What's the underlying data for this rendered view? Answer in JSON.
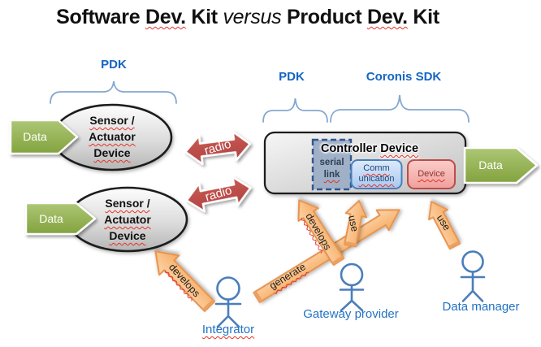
{
  "title": {
    "w1": "Software",
    "w2": "Dev.",
    "w3": "Kit",
    "w4": "versus",
    "w5": "Product",
    "w6": "Dev.",
    "w7": "Kit"
  },
  "braces": {
    "pdk_left": "PDK",
    "pdk_right": "PDK",
    "coronis_sdk": "Coronis SDK"
  },
  "ellipse1": {
    "line1": "Sensor /",
    "line2": "Actuator",
    "line3": "Device"
  },
  "ellipse2": {
    "line1": "Sensor /",
    "line2": "Actuator",
    "line3": "Device"
  },
  "data_arrows": {
    "left_top": "Data",
    "left_bottom": "Data",
    "right": "Data"
  },
  "radio_arrows": {
    "top": "radio",
    "bottom": "radio"
  },
  "controller": {
    "title_word1": "Controller",
    "title_word2": "Device",
    "serial_line1": "serial",
    "serial_line2": "link",
    "comm_line1": "Comm",
    "comm_line2": "unication",
    "device": "Device"
  },
  "actors": {
    "integrator": "Integrator",
    "gateway": "Gateway provider",
    "data_manager": "Data manager"
  },
  "actions": {
    "develops_integrator": "develops",
    "generate": "generate",
    "develops_gateway": "develops",
    "use_gateway": "use",
    "use_datamanager": "use"
  },
  "colors": {
    "label_blue": "#1565c4",
    "actor_blue": "#4a7ebb",
    "brace_blue": "#85a8d0",
    "arrow_green": "#8fb04e",
    "arrow_red": "#be4b48",
    "arrow_orange": "#f9bd87",
    "comm_fill": "#c3d8f4",
    "device_fill": "#f5b6b2",
    "serial_fill": "#9fb0c7",
    "squiggle_red": "#e63226"
  }
}
